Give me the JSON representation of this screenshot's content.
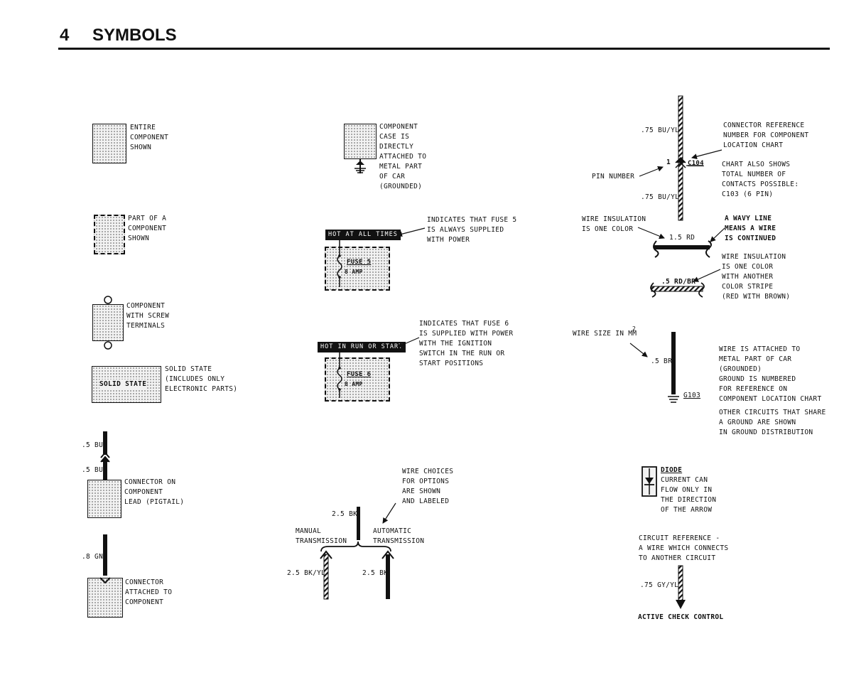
{
  "header": {
    "number": "4",
    "title": "SYMBOLS"
  },
  "col1": {
    "entire": "ENTIRE\nCOMPONENT\nSHOWN",
    "part": "PART OF A\nCOMPONENT\nSHOWN",
    "screw": "COMPONENT\nWITH SCREW\nTERMINALS",
    "solid_state_box": "SOLID STATE",
    "solid_state": "SOLID STATE\n(INCLUDES ONLY\nELECTRONIC PARTS)",
    "wire_top": ".5 BU",
    "wire_bottom": ".5 BU",
    "pigtail": "CONNECTOR ON\nCOMPONENT\nLEAD (PIGTAIL)",
    "wire_gn": ".8 GN",
    "attached": "CONNECTOR\nATTACHED TO\nCOMPONENT"
  },
  "col2": {
    "grounded_case": "COMPONENT\nCASE IS\nDIRECTLY\nATTACHED TO\nMETAL PART\nOF CAR\n(GROUNDED)",
    "hot_all_times": "HOT AT ALL TIMES",
    "fuse5_desc": "INDICATES THAT FUSE 5\nIS ALWAYS SUPPLIED\nWITH POWER",
    "fuse5_name": "FUSE 5",
    "fuse5_amp": "8 AMP",
    "hot_run_start": "HOT IN RUN OR START",
    "fuse6_desc": "INDICATES THAT FUSE 6\nIS SUPPLIED WITH POWER\nWITH THE IGNITION\nSWITCH IN THE RUN OR\nSTART POSITIONS",
    "fuse6_name": "FUSE 6",
    "fuse6_amp": "8 AMP",
    "wire_choices": "WIRE CHOICES\nFOR OPTIONS\nARE SHOWN\nAND LABELED",
    "wire_25bk": "2.5 BK",
    "manual": "MANUAL\nTRANSMISSION",
    "automatic": "AUTOMATIC\nTRANSMISSION",
    "wire_25bkyl": "2.5 BK/YL",
    "wire_25bk2": "2.5 BK"
  },
  "col3": {
    "wire_75_top": ".75 BU/YL",
    "wire_75_bottom": ".75 BU/YL",
    "pin_number": "PIN NUMBER",
    "pin_1": "1",
    "c104": "C104",
    "connector_ref": "CONNECTOR REFERENCE\nNUMBER FOR COMPONENT\nLOCATION CHART",
    "chart_also": "CHART ALSO SHOWS\nTOTAL NUMBER OF\nCONTACTS POSSIBLE:\nC103 (6 PIN)",
    "insulation_one": "WIRE INSULATION\nIS ONE COLOR",
    "wire_15rd": "1.5 RD",
    "wavy": "A WAVY LINE\nMEANS A WIRE\nIS CONTINUED",
    "insulation_stripe": "WIRE INSULATION\nIS ONE COLOR\nWITH ANOTHER\nCOLOR STRIPE\n(RED WITH BROWN)",
    "wire_5rdbr": ".5 RD/BR",
    "wire_size": "WIRE SIZE IN MM",
    "wire_size_sup": "2",
    "wire_5br": ".5 BR",
    "g103": "G103",
    "ground_desc": "WIRE IS ATTACHED TO\nMETAL PART OF CAR\n(GROUNDED)\nGROUND IS NUMBERED\nFOR REFERENCE ON\nCOMPONENT LOCATION CHART",
    "ground_other": "OTHER CIRCUITS THAT SHARE\nA GROUND ARE SHOWN\nIN GROUND DISTRIBUTION",
    "diode_title": "DIODE",
    "diode_desc": "CURRENT CAN\nFLOW ONLY IN\nTHE DIRECTION\nOF THE ARROW",
    "circuit_ref": "CIRCUIT REFERENCE -\nA WIRE WHICH CONNECTS\nTO ANOTHER CIRCUIT",
    "wire_75gyyl": ".75 GY/YL",
    "active_check": "ACTIVE CHECK CONTROL"
  }
}
